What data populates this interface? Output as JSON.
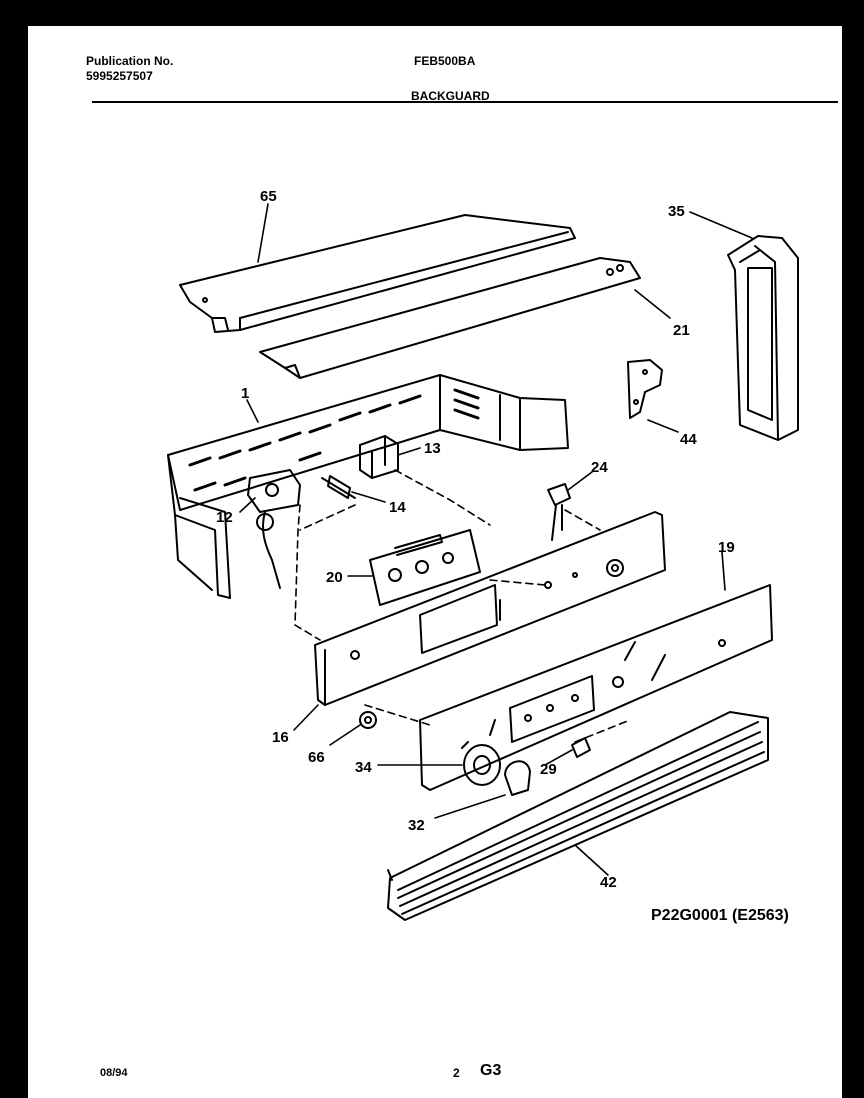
{
  "header": {
    "publication_label": "Publication No.",
    "publication_number": "5995257507",
    "model": "FEB500BA",
    "section_title": "BACKGUARD"
  },
  "callouts": {
    "c65": "65",
    "c35": "35",
    "c21": "21",
    "c1": "1",
    "c13": "13",
    "c44": "44",
    "c24": "24",
    "c12": "12",
    "c14": "14",
    "c19": "19",
    "c20": "20",
    "c16": "16",
    "c66": "66",
    "c34": "34",
    "c29": "29",
    "c32": "32",
    "c42": "42"
  },
  "figure_code": "P22G0001 (E2563)",
  "footer": {
    "date": "08/94",
    "page": "2",
    "section": "G3"
  }
}
